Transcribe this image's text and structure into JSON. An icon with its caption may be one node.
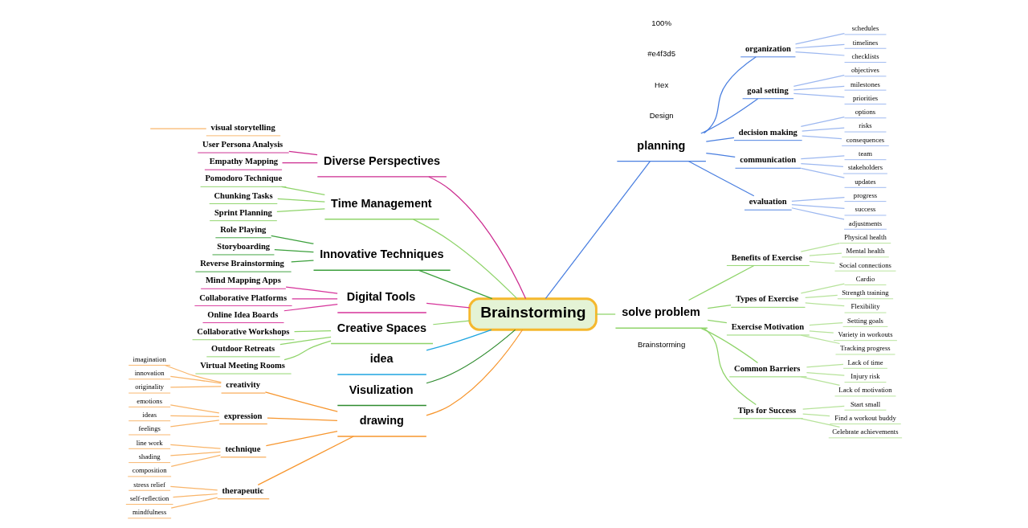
{
  "diagram": {
    "nodes": [
      {
        "text": [
          "Brainstorming"
        ]
      },
      {
        "text": [
          "Diverse Perspectives"
        ]
      },
      {
        "text": [
          "User Persona Analysis"
        ]
      },
      {
        "text": [
          "Empathy Mapping"
        ]
      },
      {
        "text": [
          "Time Management"
        ]
      },
      {
        "text": [
          "Pomodoro Technique"
        ]
      },
      {
        "text": [
          "Chunking Tasks"
        ]
      },
      {
        "text": [
          "Sprint Planning"
        ]
      },
      {
        "text": [
          "Innovative Techniques"
        ]
      },
      {
        "text": [
          "Role Playing"
        ]
      },
      {
        "text": [
          "Storyboarding"
        ]
      },
      {
        "text": [
          "Reverse Brainstorming"
        ]
      },
      {
        "text": [
          "Digital Tools"
        ]
      },
      {
        "text": [
          "Mind Mapping Apps"
        ]
      },
      {
        "text": [
          "Collaborative Platforms"
        ]
      },
      {
        "text": [
          "Online Idea Boards"
        ]
      },
      {
        "text": [
          "Creative Spaces"
        ]
      },
      {
        "text": [
          "Collaborative Workshops"
        ]
      },
      {
        "text": [
          "Outdoor Retreats"
        ]
      },
      {
        "text": [
          "Virtual Meeting Rooms"
        ]
      },
      {
        "text": [
          "idea"
        ]
      },
      {
        "text": [
          "Visulization"
        ]
      },
      {
        "text": [
          "drawing"
        ]
      },
      {
        "text": [
          "creativity"
        ]
      },
      {
        "text": [
          "imagination"
        ]
      },
      {
        "text": [
          "innovation"
        ]
      },
      {
        "text": [
          "originality"
        ]
      },
      {
        "text": [
          "expression"
        ]
      },
      {
        "text": [
          "emotions"
        ]
      },
      {
        "text": [
          "ideas"
        ]
      },
      {
        "text": [
          "feelings"
        ]
      },
      {
        "text": [
          "technique"
        ]
      },
      {
        "text": [
          "line work"
        ]
      },
      {
        "text": [
          "shading"
        ]
      },
      {
        "text": [
          "composition"
        ]
      },
      {
        "text": [
          "therapeutic"
        ]
      },
      {
        "text": [
          "stress relief"
        ]
      },
      {
        "text": [
          "self-reflection"
        ]
      },
      {
        "text": [
          "mindfulness"
        ]
      },
      {
        "text": [
          "visual storytelling"
        ]
      },
      {
        "text": [
          "planning"
        ]
      },
      {
        "text": [
          "organization"
        ]
      },
      {
        "text": [
          "schedules"
        ]
      },
      {
        "text": [
          "timelines"
        ]
      },
      {
        "text": [
          "checklists"
        ]
      },
      {
        "text": [
          "goal setting"
        ]
      },
      {
        "text": [
          "objectives"
        ]
      },
      {
        "text": [
          "milestones"
        ]
      },
      {
        "text": [
          "priorities"
        ]
      },
      {
        "text": [
          "decision making"
        ]
      },
      {
        "text": [
          "options"
        ]
      },
      {
        "text": [
          "risks"
        ]
      },
      {
        "text": [
          "consequences"
        ]
      },
      {
        "text": [
          "communication"
        ]
      },
      {
        "text": [
          "team"
        ]
      },
      {
        "text": [
          "stakeholders"
        ]
      },
      {
        "text": [
          "updates"
        ]
      },
      {
        "text": [
          "evaluation"
        ]
      },
      {
        "text": [
          "progress"
        ]
      },
      {
        "text": [
          "success"
        ]
      },
      {
        "text": [
          "adjustments"
        ]
      },
      {
        "text": [
          "solve problem"
        ]
      },
      {
        "text": [
          "Benefits of Exercise"
        ]
      },
      {
        "text": [
          "Physical health"
        ]
      },
      {
        "text": [
          "Mental health"
        ]
      },
      {
        "text": [
          "Social connections"
        ]
      },
      {
        "text": [
          "Types of Exercise"
        ]
      },
      {
        "text": [
          "Cardio"
        ]
      },
      {
        "text": [
          "Strength training"
        ]
      },
      {
        "text": [
          "Flexibility"
        ]
      },
      {
        "text": [
          "Exercise Motivation"
        ]
      },
      {
        "text": [
          "Setting goals"
        ]
      },
      {
        "text": [
          "Variety in workouts"
        ]
      },
      {
        "text": [
          "Tracking progress"
        ]
      },
      {
        "text": [
          "Common Barriers"
        ]
      },
      {
        "text": [
          "Lack of time"
        ]
      },
      {
        "text": [
          "Injury risk"
        ]
      },
      {
        "text": [
          "Lack of motivation"
        ]
      },
      {
        "text": [
          "Tips for Success"
        ]
      },
      {
        "text": [
          "Start small"
        ]
      },
      {
        "text": [
          "Find a workout buddy"
        ]
      },
      {
        "text": [
          "Celebrate achievements"
        ]
      }
    ],
    "edges": [
      {
        "from": 0,
        "to": 1,
        "arrow": "none",
        "color": "#cc2b8f"
      },
      {
        "from": 1,
        "to": 2,
        "arrow": "none",
        "color": "#cc2b8f"
      },
      {
        "from": 1,
        "to": 3,
        "arrow": "none",
        "color": "#cc2b8f"
      },
      {
        "from": 0,
        "to": 4,
        "arrow": "none",
        "color": "#8fd46a"
      },
      {
        "from": 4,
        "to": 5,
        "arrow": "none",
        "color": "#8fd46a"
      },
      {
        "from": 4,
        "to": 6,
        "arrow": "none",
        "color": "#8fd46a"
      },
      {
        "from": 4,
        "to": 7,
        "arrow": "none",
        "color": "#8fd46a"
      },
      {
        "from": 0,
        "to": 8,
        "arrow": "none",
        "color": "#3ca03c"
      },
      {
        "from": 8,
        "to": 9,
        "arrow": "none",
        "color": "#3ca03c"
      },
      {
        "from": 8,
        "to": 10,
        "arrow": "none",
        "color": "#3ca03c"
      },
      {
        "from": 8,
        "to": 11,
        "arrow": "none",
        "color": "#3ca03c"
      },
      {
        "from": 0,
        "to": 12,
        "arrow": "none",
        "color": "#d6339a"
      },
      {
        "from": 12,
        "to": 13,
        "arrow": "none",
        "color": "#d6339a"
      },
      {
        "from": 12,
        "to": 14,
        "arrow": "none",
        "color": "#d6339a"
      },
      {
        "from": 12,
        "to": 15,
        "arrow": "none",
        "color": "#d6339a"
      },
      {
        "from": 0,
        "to": 16,
        "arrow": "none",
        "color": "#8fd46a"
      },
      {
        "from": 16,
        "to": 17,
        "arrow": "none",
        "color": "#8fd46a"
      },
      {
        "from": 16,
        "to": 18,
        "arrow": "none",
        "color": "#8fd46a"
      },
      {
        "from": 16,
        "to": 19,
        "arrow": "none",
        "color": "#8fd46a"
      },
      {
        "from": 0,
        "to": 20,
        "arrow": "none",
        "color": "#1ea5e0"
      },
      {
        "from": 0,
        "to": 21,
        "arrow": "none",
        "color": "#2e8b2e"
      },
      {
        "from": 0,
        "to": 22,
        "arrow": "none",
        "color": "#f7962e"
      },
      {
        "from": 22,
        "to": 23,
        "arrow": "none",
        "color": "#f7962e"
      },
      {
        "from": 23,
        "to": 24,
        "arrow": "none",
        "color": "#f9b56a"
      },
      {
        "from": 23,
        "to": 25,
        "arrow": "none",
        "color": "#f9b56a"
      },
      {
        "from": 23,
        "to": 26,
        "arrow": "none",
        "color": "#f9b56a"
      },
      {
        "from": 22,
        "to": 27,
        "arrow": "none",
        "color": "#f7962e"
      },
      {
        "from": 27,
        "to": 28,
        "arrow": "none",
        "color": "#f9b56a"
      },
      {
        "from": 27,
        "to": 29,
        "arrow": "none",
        "color": "#f9b56a"
      },
      {
        "from": 27,
        "to": 30,
        "arrow": "none",
        "color": "#f9b56a"
      },
      {
        "from": 22,
        "to": 31,
        "arrow": "none",
        "color": "#f7962e"
      },
      {
        "from": 31,
        "to": 32,
        "arrow": "none",
        "color": "#f9b56a"
      },
      {
        "from": 31,
        "to": 33,
        "arrow": "none",
        "color": "#f9b56a"
      },
      {
        "from": 31,
        "to": 34,
        "arrow": "none",
        "color": "#f9b56a"
      },
      {
        "from": 22,
        "to": 35,
        "arrow": "none",
        "color": "#f7962e"
      },
      {
        "from": 35,
        "to": 36,
        "arrow": "none",
        "color": "#f9b56a"
      },
      {
        "from": 35,
        "to": 37,
        "arrow": "none",
        "color": "#f9b56a"
      },
      {
        "from": 35,
        "to": 38,
        "arrow": "none",
        "color": "#f9b56a"
      },
      {
        "from": null,
        "to": 39,
        "arrow": "none",
        "color": "#f9b56a"
      },
      {
        "from": 0,
        "to": 40,
        "arrow": "none",
        "color": "#4a7fe0"
      },
      {
        "from": 40,
        "to": 41,
        "arrow": "none",
        "color": "#4a7fe0"
      },
      {
        "from": 41,
        "to": 42,
        "arrow": "none",
        "color": "#9db8f0"
      },
      {
        "from": 41,
        "to": 43,
        "arrow": "none",
        "color": "#9db8f0"
      },
      {
        "from": 41,
        "to": 44,
        "arrow": "none",
        "color": "#9db8f0"
      },
      {
        "from": 40,
        "to": 45,
        "arrow": "none",
        "color": "#4a7fe0"
      },
      {
        "from": 45,
        "to": 46,
        "arrow": "none",
        "color": "#9db8f0"
      },
      {
        "from": 45,
        "to": 47,
        "arrow": "none",
        "color": "#9db8f0"
      },
      {
        "from": 45,
        "to": 48,
        "arrow": "none",
        "color": "#9db8f0"
      },
      {
        "from": 40,
        "to": 49,
        "arrow": "none",
        "color": "#4a7fe0"
      },
      {
        "from": 49,
        "to": 50,
        "arrow": "none",
        "color": "#9db8f0"
      },
      {
        "from": 49,
        "to": 51,
        "arrow": "none",
        "color": "#9db8f0"
      },
      {
        "from": 49,
        "to": 52,
        "arrow": "none",
        "color": "#9db8f0"
      },
      {
        "from": 40,
        "to": 53,
        "arrow": "none",
        "color": "#4a7fe0"
      },
      {
        "from": 53,
        "to": 54,
        "arrow": "none",
        "color": "#9db8f0"
      },
      {
        "from": 53,
        "to": 55,
        "arrow": "none",
        "color": "#9db8f0"
      },
      {
        "from": 53,
        "to": 56,
        "arrow": "none",
        "color": "#9db8f0"
      },
      {
        "from": 40,
        "to": 57,
        "arrow": "none",
        "color": "#4a7fe0"
      },
      {
        "from": 57,
        "to": 58,
        "arrow": "none",
        "color": "#9db8f0"
      },
      {
        "from": 57,
        "to": 59,
        "arrow": "none",
        "color": "#9db8f0"
      },
      {
        "from": 57,
        "to": 60,
        "arrow": "none",
        "color": "#9db8f0"
      },
      {
        "from": 0,
        "to": 61,
        "arrow": "none",
        "color": "#8fd46a"
      },
      {
        "from": 61,
        "to": 62,
        "arrow": "none",
        "color": "#8fd46a"
      },
      {
        "from": 62,
        "to": 63,
        "arrow": "none",
        "color": "#b7e39b"
      },
      {
        "from": 62,
        "to": 64,
        "arrow": "none",
        "color": "#b7e39b"
      },
      {
        "from": 62,
        "to": 65,
        "arrow": "none",
        "color": "#b7e39b"
      },
      {
        "from": 61,
        "to": 66,
        "arrow": "none",
        "color": "#8fd46a"
      },
      {
        "from": 66,
        "to": 67,
        "arrow": "none",
        "color": "#b7e39b"
      },
      {
        "from": 66,
        "to": 68,
        "arrow": "none",
        "color": "#b7e39b"
      },
      {
        "from": 66,
        "to": 69,
        "arrow": "none",
        "color": "#b7e39b"
      },
      {
        "from": 61,
        "to": 70,
        "arrow": "none",
        "color": "#8fd46a"
      },
      {
        "from": 70,
        "to": 71,
        "arrow": "none",
        "color": "#b7e39b"
      },
      {
        "from": 70,
        "to": 72,
        "arrow": "none",
        "color": "#b7e39b"
      },
      {
        "from": 70,
        "to": 73,
        "arrow": "none",
        "color": "#b7e39b"
      },
      {
        "from": 61,
        "to": 74,
        "arrow": "none",
        "color": "#8fd46a"
      },
      {
        "from": 74,
        "to": 75,
        "arrow": "none",
        "color": "#b7e39b"
      },
      {
        "from": 74,
        "to": 76,
        "arrow": "none",
        "color": "#b7e39b"
      },
      {
        "from": 74,
        "to": 77,
        "arrow": "none",
        "color": "#b7e39b"
      },
      {
        "from": 61,
        "to": 78,
        "arrow": "none",
        "color": "#8fd46a"
      },
      {
        "from": 78,
        "to": 79,
        "arrow": "none",
        "color": "#b7e39b"
      },
      {
        "from": 78,
        "to": 80,
        "arrow": "none",
        "color": "#b7e39b"
      },
      {
        "from": 78,
        "to": 81,
        "arrow": "none",
        "color": "#b7e39b"
      }
    ],
    "labels": [
      "Brainstorming",
      "Design",
      "Hex",
      "#e4f3d5",
      "100%"
    ]
  }
}
